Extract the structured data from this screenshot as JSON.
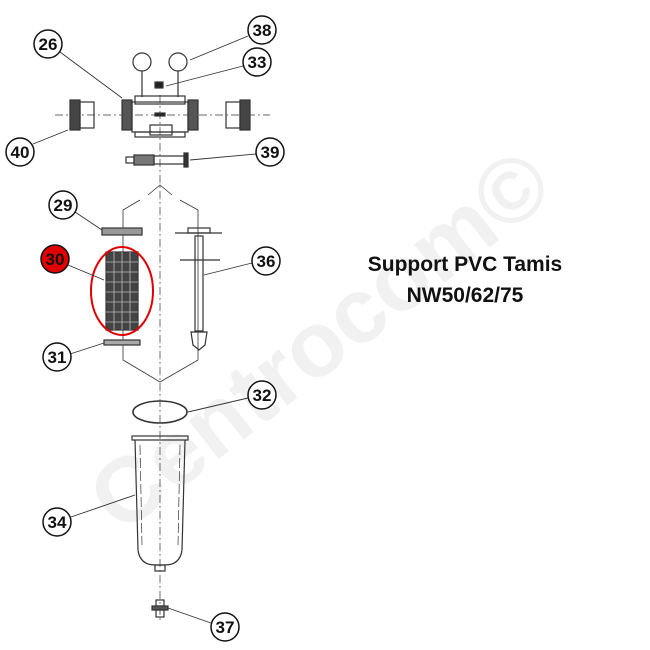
{
  "title": {
    "line1": "Support PVC Tamis",
    "line2": "NW50/62/75"
  },
  "watermark": "Centrocom©",
  "highlight_color": "#e00000",
  "callouts": {
    "c26": "26",
    "c38": "38",
    "c33": "33",
    "c40": "40",
    "c39": "39",
    "c29": "29",
    "c30": "30",
    "c36": "36",
    "c31": "31",
    "c32": "32",
    "c34": "34",
    "c37": "37"
  }
}
